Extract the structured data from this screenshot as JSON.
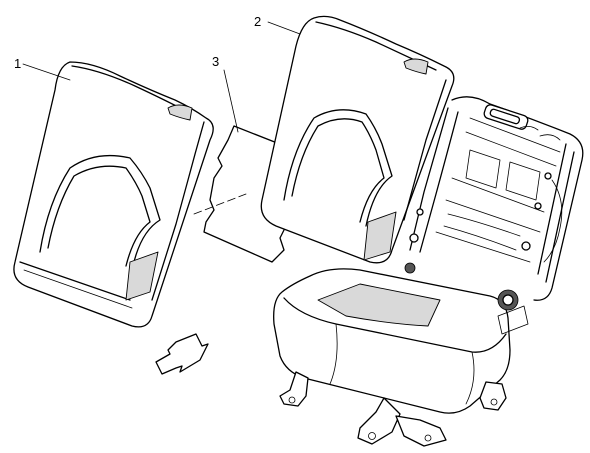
{
  "callouts": [
    {
      "id": "1",
      "label": "1"
    },
    {
      "id": "2",
      "label": "2"
    },
    {
      "id": "3",
      "label": "3"
    }
  ],
  "colors": {
    "line": "#000000",
    "background": "#ffffff",
    "shading": "#d9d9d9"
  }
}
